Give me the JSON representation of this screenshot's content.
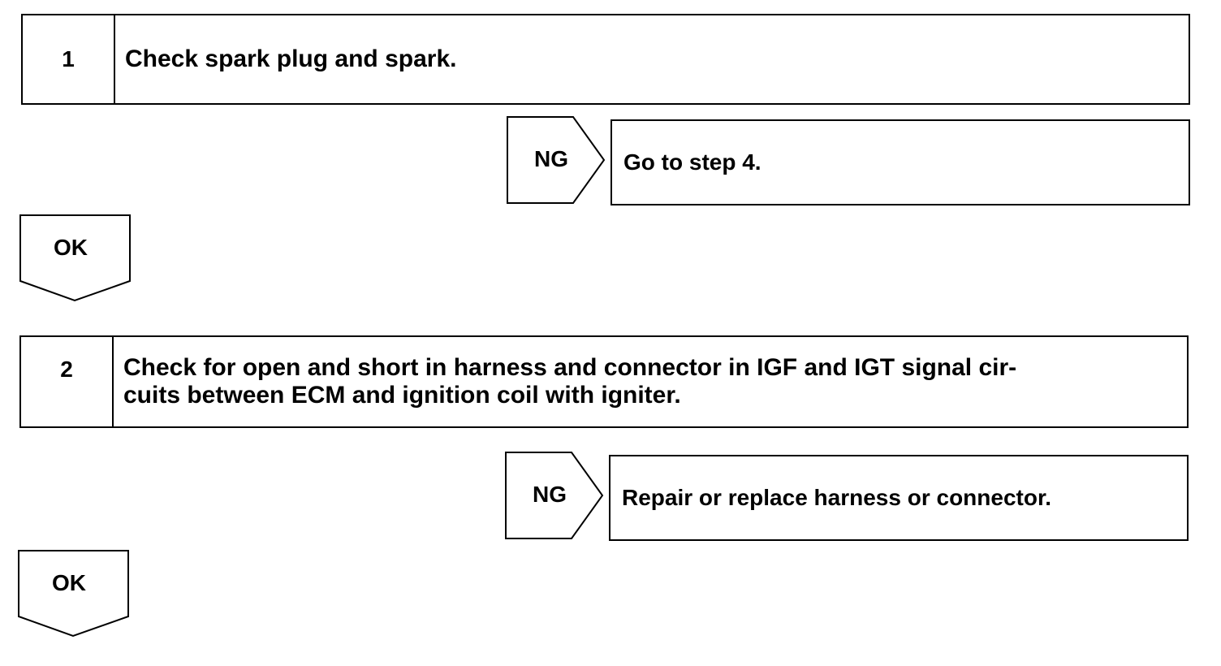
{
  "steps": [
    {
      "number": "1",
      "text": "Check spark plug and spark.",
      "ng_label": "NG",
      "ng_result": "Go to step 4.",
      "ok_label": "OK"
    },
    {
      "number": "2",
      "text": "Check for open and short in harness and connector in IGF and IGT signal circuits between ECM and ignition coil with igniter.",
      "text_line1": "Check for open and short in harness and connector in IGF and IGT signal cir-",
      "text_line2": "cuits between ECM and ignition coil with igniter.",
      "ng_label": "NG",
      "ng_result": "Repair or replace harness or connector.",
      "ok_label": "OK"
    }
  ]
}
